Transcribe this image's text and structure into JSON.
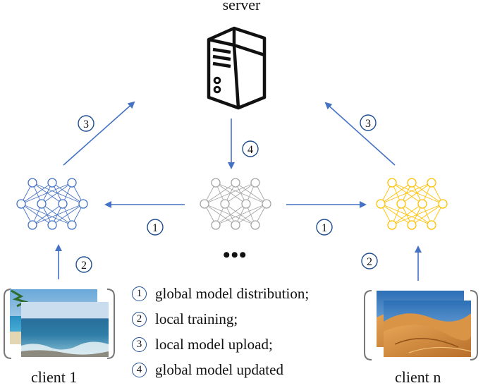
{
  "server": {
    "title": "server"
  },
  "clients": [
    {
      "label": "client 1"
    },
    {
      "label": "client n"
    }
  ],
  "ellipsis": "•••",
  "step_badges": {
    "upload_left": "3",
    "upload_right": "3",
    "distribute_left": "1",
    "distribute_right": "1",
    "train_left": "2",
    "train_right": "2",
    "update": "4"
  },
  "legend": [
    {
      "num": "1",
      "text": "global model distribution;"
    },
    {
      "num": "2",
      "text": "local training;"
    },
    {
      "num": "3",
      "text": "local model upload;"
    },
    {
      "num": "4",
      "text": "global model updated"
    }
  ],
  "colors": {
    "arrow": "#4472c4",
    "left_network": "#4472c4",
    "center_network": "#a6a6a6",
    "right_network": "#ffc000",
    "badge_ring": "#1f4e8f"
  },
  "icons": [
    "server-icon",
    "neural-network-icon",
    "ocean-photo",
    "desert-photo"
  ]
}
